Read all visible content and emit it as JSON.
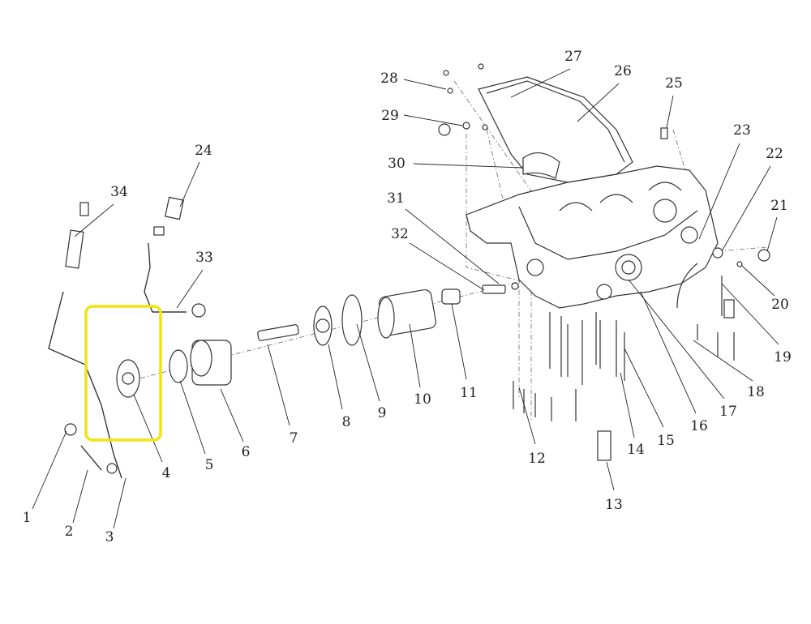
{
  "diagram": {
    "callouts": [
      "1",
      "2",
      "3",
      "4",
      "5",
      "6",
      "7",
      "8",
      "9",
      "10",
      "11",
      "12",
      "13",
      "14",
      "15",
      "16",
      "17",
      "18",
      "19",
      "20",
      "21",
      "22",
      "23",
      "24",
      "25",
      "26",
      "27",
      "28",
      "29",
      "30",
      "31",
      "32",
      "33",
      "34"
    ],
    "highlighted_callout": "4",
    "highlight_color": "#f2e313"
  }
}
